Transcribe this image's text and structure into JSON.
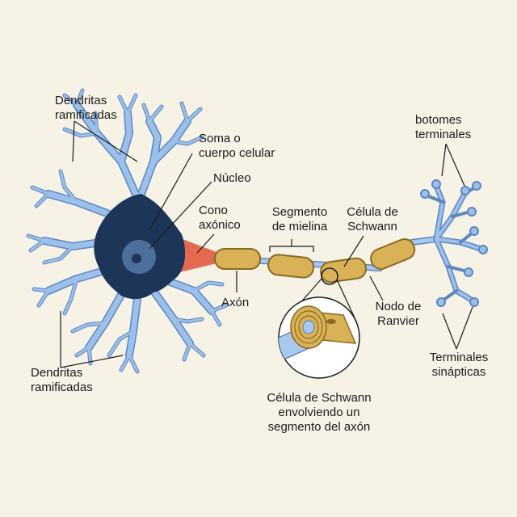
{
  "labels": {
    "dendrites_top": [
      "Dendritas",
      "ramificadas"
    ],
    "soma": [
      "Soma o",
      "cuerpo celular"
    ],
    "nucleus": "Núcleo",
    "axon_hillock": [
      "Cono",
      "axónico"
    ],
    "myelin_segment": [
      "Segmento",
      "de mielina"
    ],
    "schwann_cell": [
      "Célula de",
      "Schwann"
    ],
    "terminal_buttons": [
      "botomes",
      "terminales"
    ],
    "axon": "Axón",
    "node_of_ranvier": [
      "Nodo de",
      "Ranvier"
    ],
    "dendrites_bottom": [
      "Dendritas",
      "ramificadas"
    ],
    "synaptic_terminals": [
      "Terminales",
      "sinápticas"
    ],
    "schwann_wrap_caption": [
      "Célula de Schwann",
      "envolviendo un",
      "segmento del axón"
    ]
  },
  "colors": {
    "background": "#f6f2e6",
    "soma": "#1c3559",
    "nucleus": "#4d6f9c",
    "nucleolus": "#1c3559",
    "dendrite": "#9cc0ec",
    "dendrite_outline": "#5e86bf",
    "axon_hillock": "#e36a4f",
    "myelin": "#d9b257",
    "myelin_outline": "#8a6a22",
    "axon": "#a9c8ee",
    "leader_line": "#1b1b1b"
  }
}
